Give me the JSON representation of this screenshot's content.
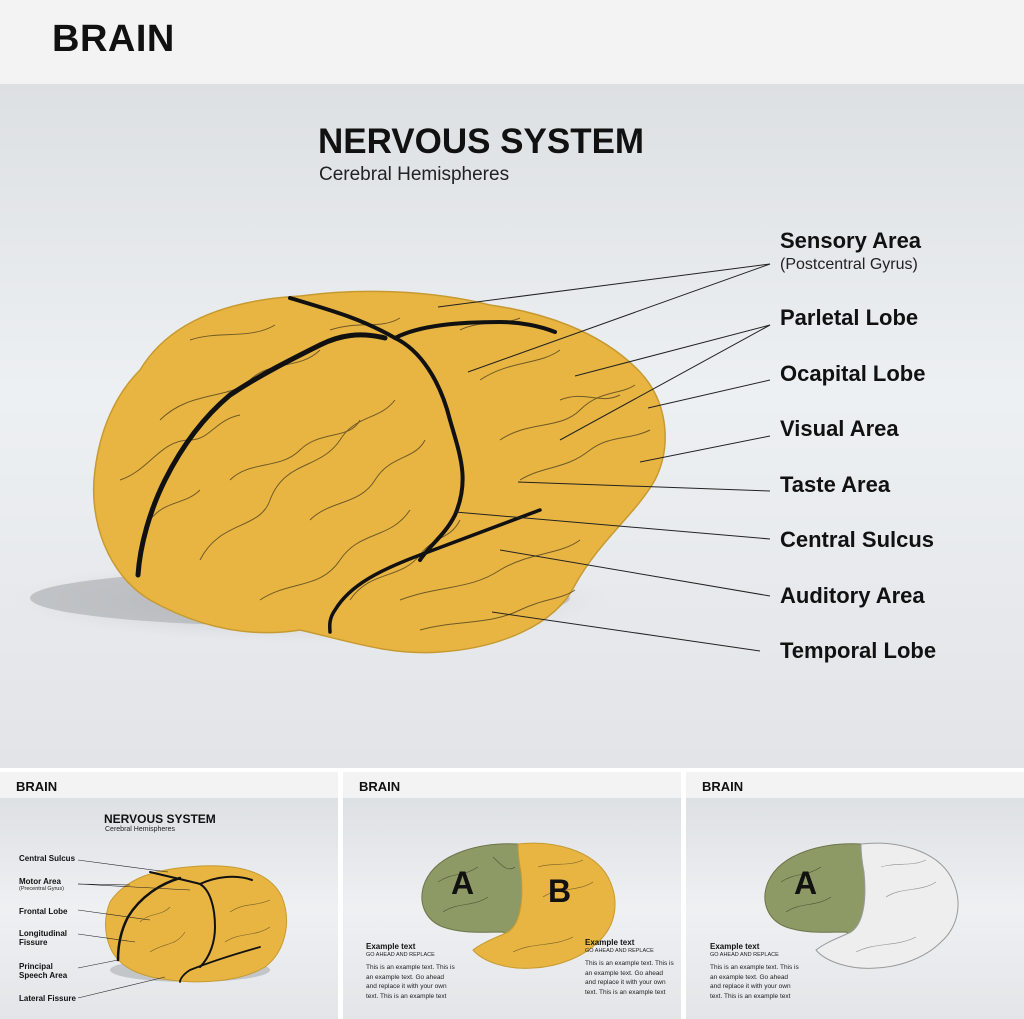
{
  "header": {
    "title": "BRAIN"
  },
  "main": {
    "title": "NERVOUS SYSTEM",
    "subtitle": "Cerebral Hemispheres",
    "labels": [
      {
        "text": "Sensory Area",
        "sub": "(Postcentral Gyrus)"
      },
      {
        "text": "Parletal Lobe"
      },
      {
        "text": "Ocapital Lobe"
      },
      {
        "text": "Visual Area"
      },
      {
        "text": "Taste Area"
      },
      {
        "text": "Central Sulcus"
      },
      {
        "text": "Auditory Area"
      },
      {
        "text": "Temporal Lobe"
      }
    ]
  },
  "thumbnails": [
    {
      "title": "BRAIN",
      "heading": "NERVOUS SYSTEM",
      "subheading": "Cerebral Hemispheres",
      "labels": [
        {
          "text": "Central Sulcus"
        },
        {
          "text": "Motor Area",
          "sub": "(Precentral Gyrus)"
        },
        {
          "text": "Frontal Lobe"
        },
        {
          "text": "Longitudinal Fissure"
        },
        {
          "text": "Principal Speech Area"
        },
        {
          "text": "Lateral Fissure"
        }
      ]
    },
    {
      "title": "BRAIN",
      "region_a": "A",
      "region_b": "B",
      "left": {
        "heading": "Example text",
        "sub": "GO AHEAD AND REPLACE",
        "body": "This is an example text. This is an example text. Go ahead and replace it with your own text. This is an example text"
      },
      "right": {
        "heading": "Example text",
        "sub": "GO AHEAD AND REPLACE",
        "body": "This is an example text. This is an example text. Go ahead and replace it with your own text. This is an example text"
      }
    },
    {
      "title": "BRAIN",
      "region_a": "A",
      "left": {
        "heading": "Example text",
        "sub": "GO AHEAD AND REPLACE",
        "body": "This is an example text. This is an example text. Go ahead and replace it with your own text. This is an example text"
      }
    }
  ],
  "colors": {
    "brain": "#e8b543",
    "outline": "#111111",
    "green": "#8e9a66",
    "white": "#eeeeee"
  }
}
